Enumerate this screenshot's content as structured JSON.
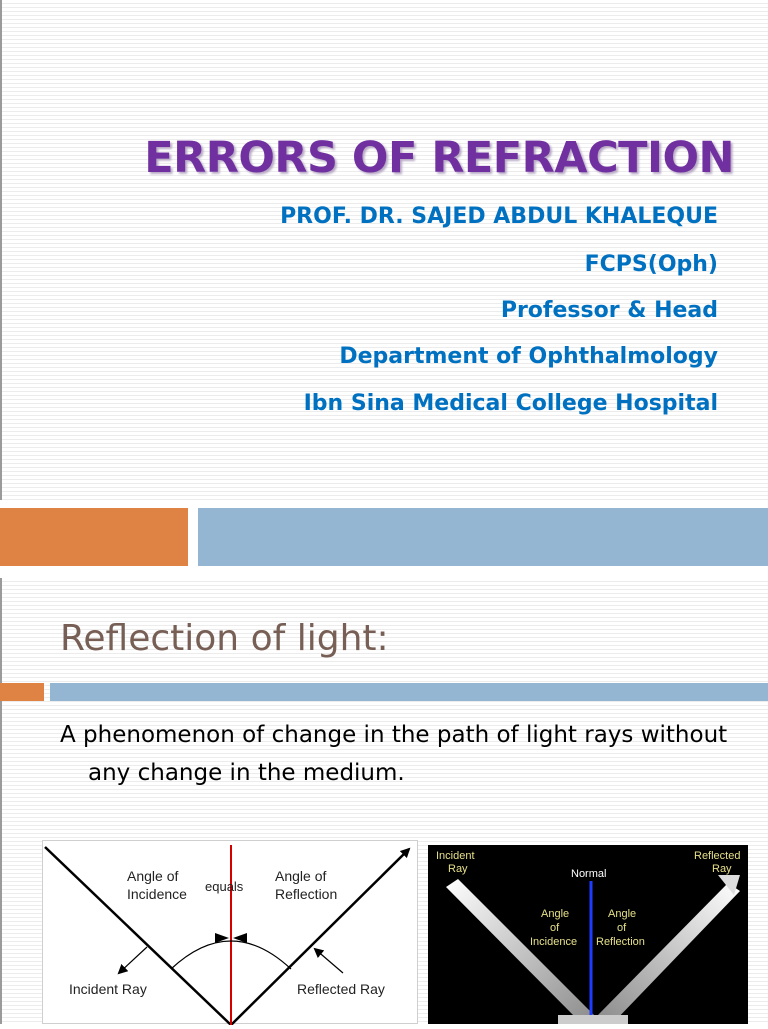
{
  "slide1": {
    "title": "ERRORS OF REFRACTION",
    "lines": [
      "PROF. DR. SAJED ABDUL KHALEQUE",
      "FCPS(Oph)",
      "Professor & Head",
      "Department of Ophthalmology",
      "Ibn Sina Medical College Hospital"
    ],
    "title_color": "#7030a0",
    "text_color": "#0070c0"
  },
  "slide2": {
    "heading": "Reflection of light:",
    "body": "A phenomenon of change in the path of light rays without any change in the medium.",
    "diagram_left": {
      "angle_incidence_1": "Angle of",
      "angle_incidence_2": "Incidence",
      "equals": "equals",
      "angle_reflection_1": "Angle of",
      "angle_reflection_2": "Reflection",
      "incident_ray": "Incident Ray",
      "reflected_ray": "Reflected Ray"
    },
    "diagram_right": {
      "incident_1": "Incident",
      "incident_2": "Ray",
      "normal": "Normal",
      "reflected_1": "Reflected",
      "reflected_2": "Ray",
      "aoi_1": "Angle",
      "aoi_2": "of",
      "aoi_3": "Incidence",
      "aor_1": "Angle",
      "aor_2": "of",
      "aor_3": "Reflection"
    }
  },
  "colors": {
    "accent_orange": "#de8344",
    "accent_blue": "#94b6d2",
    "heading_brown": "#775f55"
  }
}
